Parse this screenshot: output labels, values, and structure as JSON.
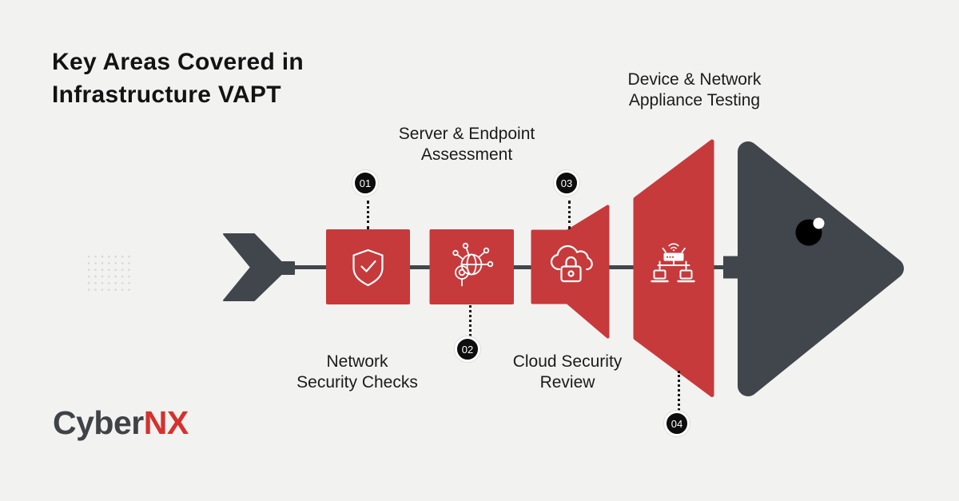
{
  "title": {
    "text": "Key Areas Covered in\nInfrastructure VAPT"
  },
  "logo": {
    "text_dark": "Cyber",
    "text_red": "NX"
  },
  "diagram": {
    "type": "fishbone-process",
    "steps": [
      {
        "number": "01",
        "label": "Network\nSecurity Checks",
        "icon": "shield-check-icon",
        "label_position": "below",
        "badge_position": "above"
      },
      {
        "number": "02",
        "label": "Server & Endpoint\nAssessment",
        "icon": "network-scan-icon",
        "label_position": "above",
        "badge_position": "below"
      },
      {
        "number": "03",
        "label": "Cloud Security\nReview",
        "icon": "cloud-lock-icon",
        "label_position": "below",
        "badge_position": "above"
      },
      {
        "number": "04",
        "label": "Device & Network\nAppliance Testing",
        "icon": "router-laptops-icon",
        "label_position": "above",
        "badge_position": "below"
      }
    ]
  },
  "colors": {
    "background": "#f2f2f0",
    "panel_red": "#c63a3c",
    "fish_gray": "#40464b",
    "badge_black": "#0d0d0d",
    "logo_dark": "#3f4347",
    "logo_red": "#d4322e",
    "text": "#1b1b1b"
  }
}
